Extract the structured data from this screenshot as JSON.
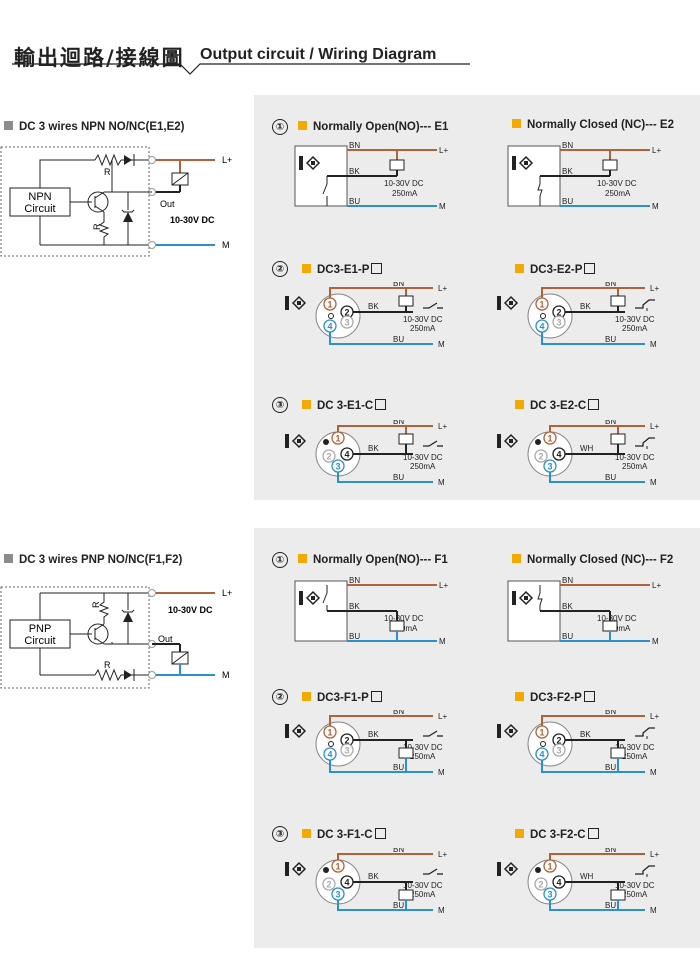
{
  "header": {
    "title_cn": "輸出迴路/接線圖",
    "title_en": "Output circuit / Wiring Diagram"
  },
  "npn": {
    "title": "DC 3 wires NPN NO/NC(E1,E2)",
    "circuit_label_1": "NPN",
    "circuit_label_2": "Circuit",
    "r1": "R",
    "r2": "R",
    "out": "Out",
    "voltage": "10-30V DC",
    "lplus": "L+",
    "m": "M",
    "items": [
      {
        "num": "①",
        "title": "Normally Open(NO)--- E1"
      },
      {
        "num": "",
        "title": "Normally Closed (NC)--- E2"
      },
      {
        "num": "②",
        "title": "DC3-E1-P"
      },
      {
        "num": "",
        "title": "DC3-E2-P"
      },
      {
        "num": "③",
        "title": "DC 3-E1-C"
      },
      {
        "num": "",
        "title": "DC 3-E2-C"
      }
    ]
  },
  "pnp": {
    "title": "DC 3 wires PNP NO/NC(F1,F2)",
    "circuit_label_1": "PNP",
    "circuit_label_2": "Circuit",
    "r1": "R",
    "r2": "R",
    "out": "Out",
    "voltage": "10-30V DC",
    "lplus": "L+",
    "m": "M",
    "items": [
      {
        "num": "①",
        "title": "Normally Open(NO)--- F1"
      },
      {
        "num": "",
        "title": "Normally Closed (NC)--- F2"
      },
      {
        "num": "②",
        "title": "DC3-F1-P"
      },
      {
        "num": "",
        "title": "DC3-F2-P"
      },
      {
        "num": "③",
        "title": "DC 3-F1-C"
      },
      {
        "num": "",
        "title": "DC 3-F2-C"
      }
    ]
  },
  "wire": {
    "bn": "BN",
    "bk": "BK",
    "bu": "BU",
    "wh": "WH",
    "lplus": "L+",
    "m": "M",
    "voltage": "10-30V DC",
    "current": "250mA"
  },
  "pins": {
    "p1": "1",
    "p2": "2",
    "p3": "3",
    "p4": "4"
  },
  "colors": {
    "brown": "#b0623a",
    "blue": "#2b8fd0",
    "black": "#222222",
    "grey": "#999999",
    "orange": "#f2a900",
    "panel": "#ececec"
  }
}
